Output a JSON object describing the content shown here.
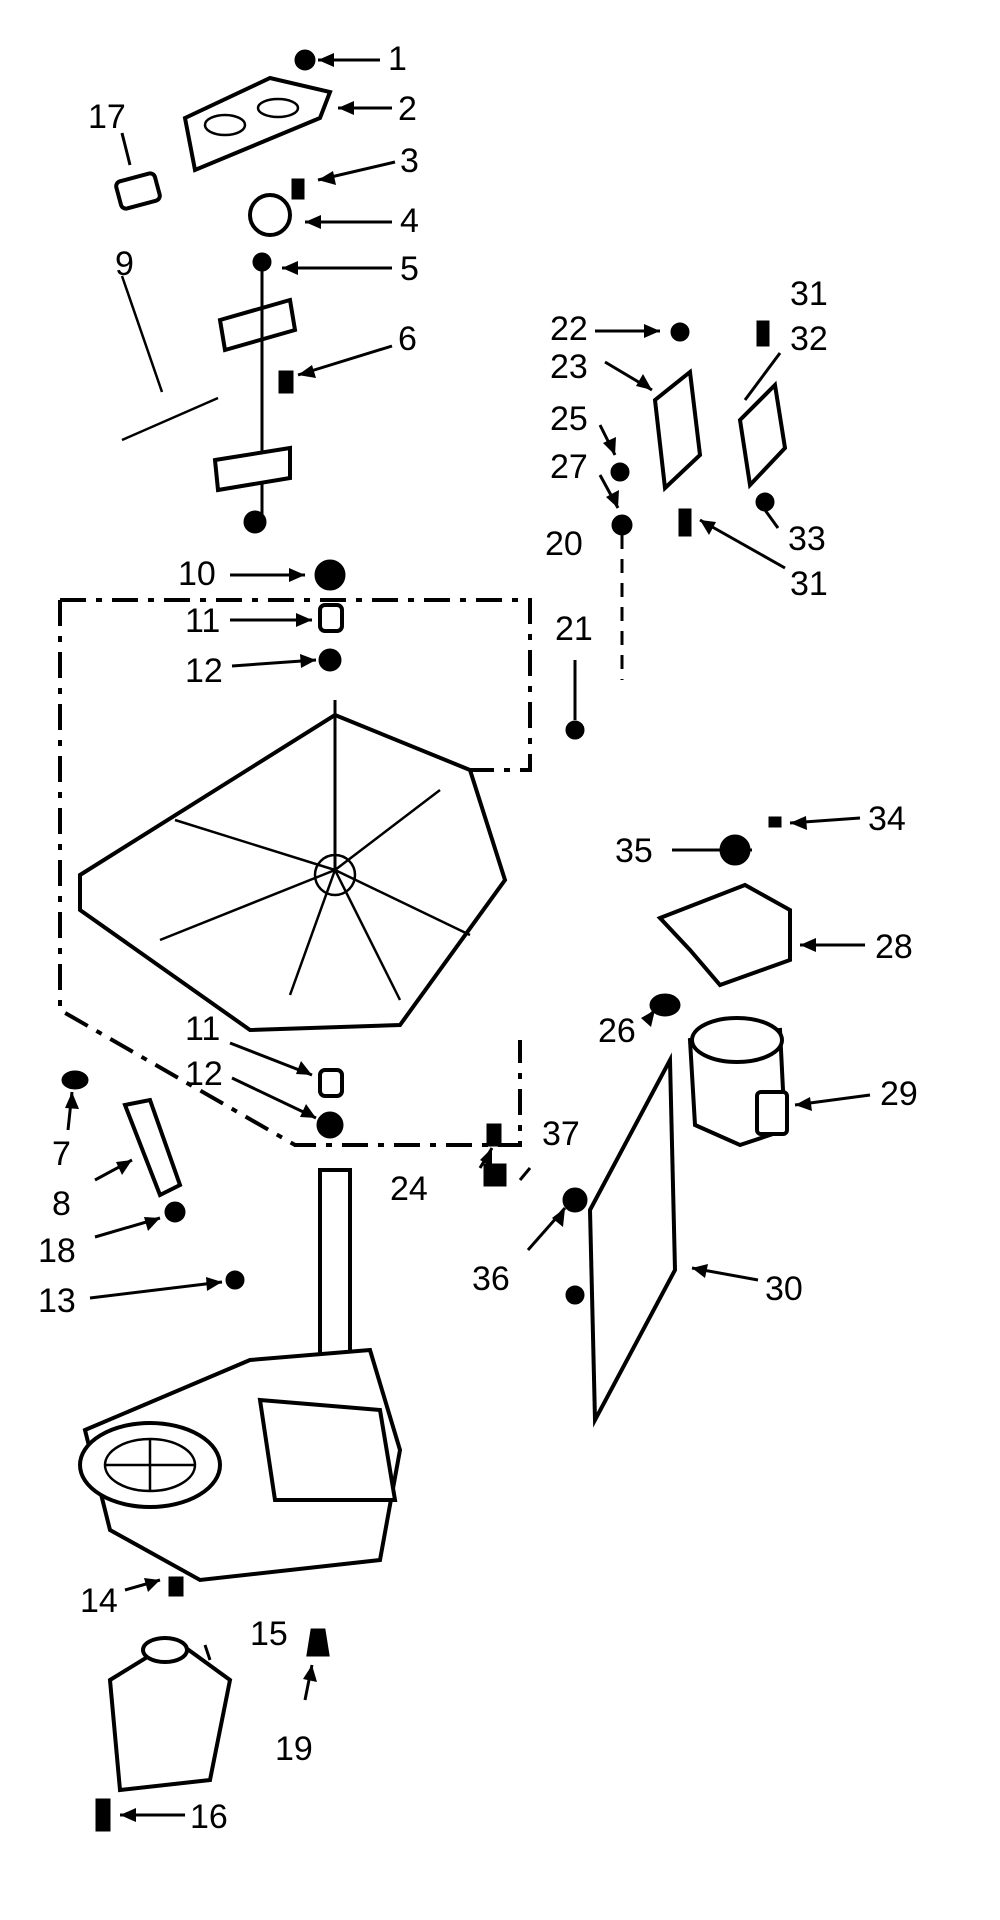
{
  "callouts": [
    {
      "id": "1",
      "text": "1"
    },
    {
      "id": "2",
      "text": "2"
    },
    {
      "id": "3",
      "text": "3"
    },
    {
      "id": "4",
      "text": "4"
    },
    {
      "id": "5",
      "text": "5"
    },
    {
      "id": "6",
      "text": "6"
    },
    {
      "id": "7",
      "text": "7"
    },
    {
      "id": "8",
      "text": "8"
    },
    {
      "id": "9",
      "text": "9"
    },
    {
      "id": "10",
      "text": "10"
    },
    {
      "id": "11a",
      "text": "11"
    },
    {
      "id": "12a",
      "text": "12"
    },
    {
      "id": "11b",
      "text": "11"
    },
    {
      "id": "12b",
      "text": "12"
    },
    {
      "id": "13",
      "text": "13"
    },
    {
      "id": "14",
      "text": "14"
    },
    {
      "id": "15",
      "text": "15"
    },
    {
      "id": "16",
      "text": "16"
    },
    {
      "id": "17",
      "text": "17"
    },
    {
      "id": "18",
      "text": "18"
    },
    {
      "id": "19",
      "text": "19"
    },
    {
      "id": "20",
      "text": "20"
    },
    {
      "id": "21",
      "text": "21"
    },
    {
      "id": "22",
      "text": "22"
    },
    {
      "id": "23",
      "text": "23"
    },
    {
      "id": "24",
      "text": "24"
    },
    {
      "id": "25",
      "text": "25"
    },
    {
      "id": "26",
      "text": "26"
    },
    {
      "id": "27",
      "text": "27"
    },
    {
      "id": "28",
      "text": "28"
    },
    {
      "id": "29",
      "text": "29"
    },
    {
      "id": "30",
      "text": "30"
    },
    {
      "id": "31a",
      "text": "31"
    },
    {
      "id": "31b",
      "text": "31"
    },
    {
      "id": "32",
      "text": "32"
    },
    {
      "id": "33",
      "text": "33"
    },
    {
      "id": "34",
      "text": "34"
    },
    {
      "id": "35",
      "text": "35"
    },
    {
      "id": "36",
      "text": "36"
    },
    {
      "id": "37",
      "text": "37"
    }
  ],
  "colors": {
    "ink": "#000000",
    "paper": "#ffffff"
  }
}
